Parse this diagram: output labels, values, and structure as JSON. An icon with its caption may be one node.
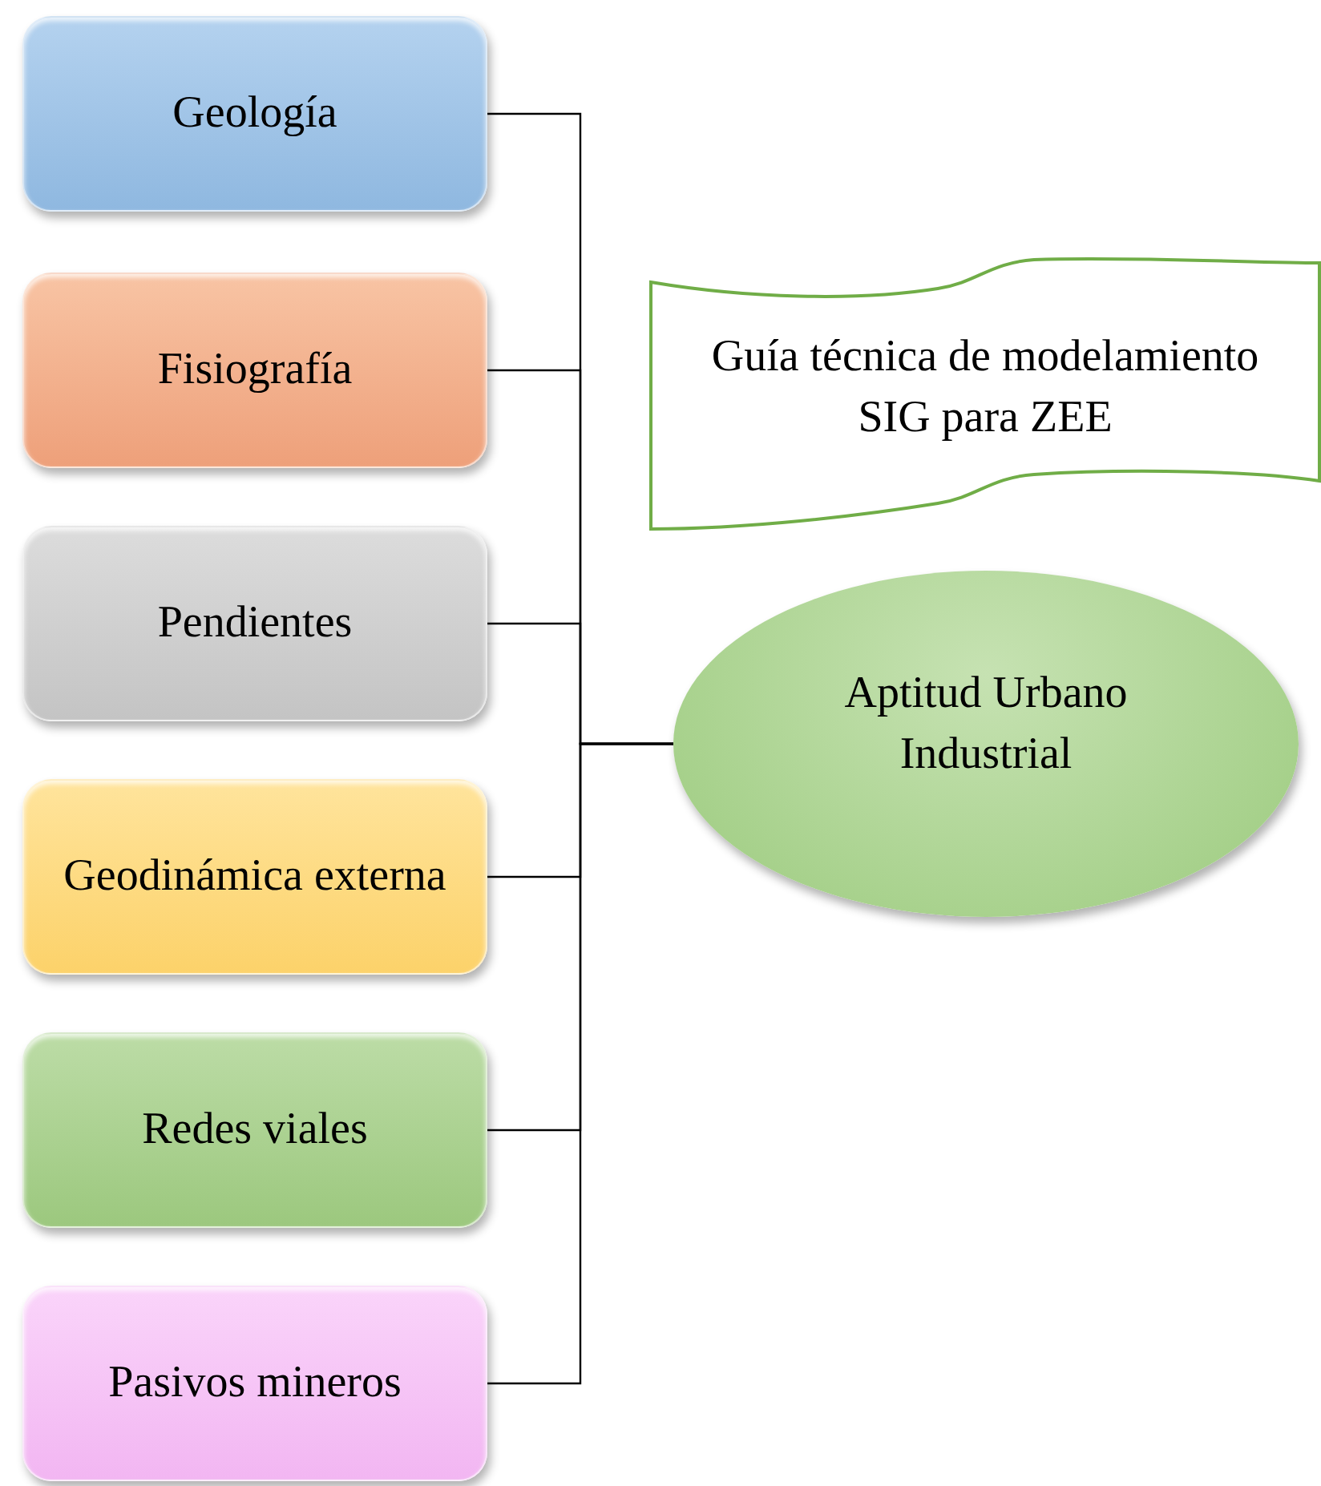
{
  "diagram": {
    "nodes": [
      {
        "text": [
          "Geología"
        ]
      },
      {
        "text": [
          "Fisiografía"
        ]
      },
      {
        "text": [
          "Pendientes"
        ]
      },
      {
        "text": [
          "Geodinámica externa"
        ]
      },
      {
        "text": [
          "Redes viales"
        ]
      },
      {
        "text": [
          "Pasivos mineros"
        ]
      },
      {
        "text": [
          "Guía técnica de modelamiento SIG para ZEE"
        ]
      },
      {
        "text": [
          "Aptitud Urbano Industrial"
        ]
      }
    ],
    "edges": [
      {
        "from": 0,
        "to": 7,
        "arrow": "none"
      },
      {
        "from": 1,
        "to": 7,
        "arrow": "none"
      },
      {
        "from": 2,
        "to": 7,
        "arrow": "none"
      },
      {
        "from": 3,
        "to": 7,
        "arrow": "none"
      },
      {
        "from": 4,
        "to": 7,
        "arrow": "none"
      },
      {
        "from": 5,
        "to": 7,
        "arrow": "none"
      }
    ]
  }
}
